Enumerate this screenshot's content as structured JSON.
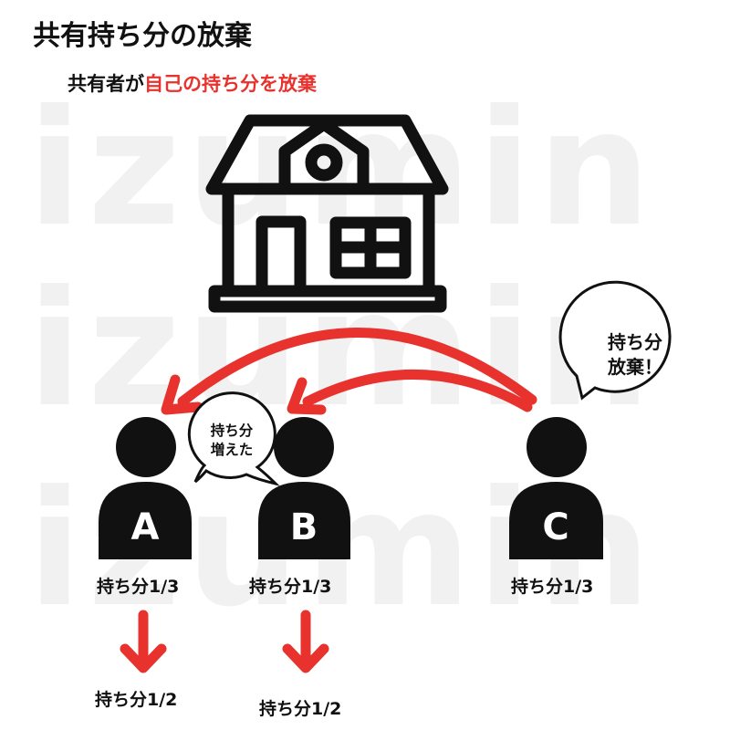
{
  "header": {
    "title": "共有持ち分の放棄",
    "subtitle_prefix": "共有者が",
    "subtitle_highlight": "自己の持ち分を放棄"
  },
  "watermark": [
    "izumin",
    "izumin",
    "izumin"
  ],
  "persons": [
    {
      "letter": "A",
      "share": "持ち分1/3",
      "new_share": "持ち分1/2"
    },
    {
      "letter": "B",
      "share": "持ち分1/3",
      "new_share": "持ち分1/2"
    },
    {
      "letter": "C",
      "share": "持ち分1/3"
    }
  ],
  "bubbles": {
    "c_line1": "持ち分",
    "c_line2": "放棄！",
    "ab_line1": "持ち分",
    "ab_line2": "増えた"
  },
  "colors": {
    "accent": "#e8322e",
    "ink": "#111111",
    "watermark": "#f1f1f1"
  }
}
